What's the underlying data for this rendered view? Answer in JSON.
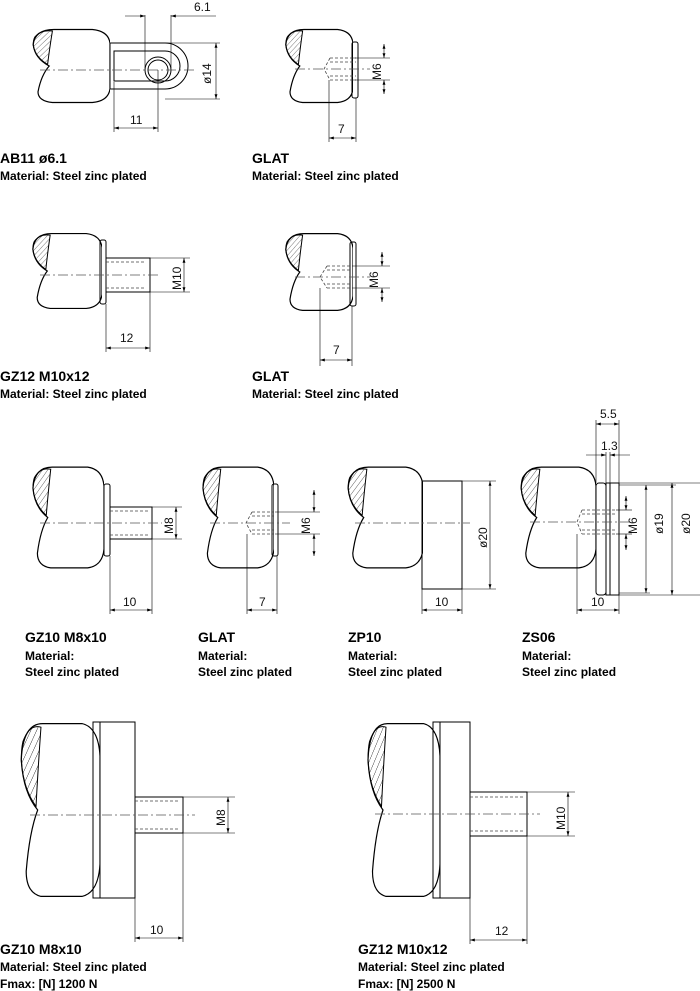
{
  "parts": [
    {
      "name": "AB11  ø6.1",
      "material": "Material: Steel zinc plated",
      "dims": [
        "6.1",
        "11",
        "ø14"
      ]
    },
    {
      "name": "GLAT",
      "material": "Material: Steel zinc plated",
      "dims": [
        "M6",
        "7"
      ]
    },
    {
      "name": "GZ12  M10x12",
      "material": "Material: Steel zinc plated",
      "dims": [
        "M10",
        "12"
      ]
    },
    {
      "name": "GLAT",
      "material": "Material: Steel zinc plated",
      "dims": [
        "M6",
        "7"
      ]
    },
    {
      "name": "GZ10  M8x10",
      "material_label": "Material:",
      "material_value": "Steel zinc plated",
      "dims": [
        "M8",
        "10"
      ]
    },
    {
      "name": "GLAT",
      "material_label": "Material:",
      "material_value": "Steel zinc plated",
      "dims": [
        "M6",
        "7"
      ]
    },
    {
      "name": "ZP10",
      "material_label": "Material:",
      "material_value": "Steel zinc plated",
      "dims": [
        "ø20",
        "10"
      ]
    },
    {
      "name": "ZS06",
      "material_label": "Material:",
      "material_value": "Steel zinc plated",
      "dims": [
        "5.5",
        "1.3",
        "M6",
        "ø19",
        "ø20",
        "10"
      ]
    },
    {
      "name": "GZ10  M8x10",
      "material": "Material: Steel zinc plated",
      "fmax": "Fmax: [N] 1200 N",
      "dims": [
        "M8",
        "10"
      ]
    },
    {
      "name": "GZ12  M10x12",
      "material": "Material: Steel zinc plated",
      "fmax": "Fmax: [N] 2500 N",
      "dims": [
        "M10",
        "12"
      ]
    }
  ]
}
